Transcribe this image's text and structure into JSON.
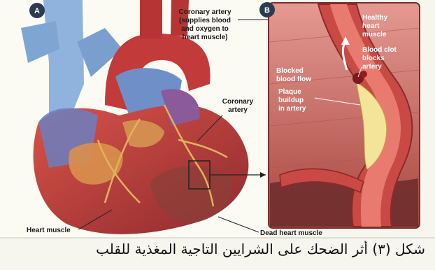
{
  "panel_a": {
    "badge": "A",
    "labels": {
      "coronary_artery_top": [
        "Coronary artery",
        "(supplies blood",
        "and oxygen to",
        "heart muscle)"
      ],
      "coronary_artery": [
        "Coronary",
        "artery"
      ],
      "heart_muscle": "Heart muscle",
      "dead_heart_muscle": "Dead heart muscle"
    }
  },
  "panel_b": {
    "badge": "B",
    "labels": {
      "healthy_heart_muscle": [
        "Healthy",
        "heart",
        "muscle"
      ],
      "blood_clot": [
        "Blood clot",
        "blocks",
        "artery"
      ],
      "blocked_blood_flow": [
        "Blocked",
        "blood flow"
      ],
      "plaque_buildup": [
        "Plaque",
        "buildup",
        "in artery"
      ]
    }
  },
  "caption": "شكل (٣) أثر الضحك على الشرايين التاجية المغذية للقلب",
  "colors": {
    "badge": "#2a3b52",
    "heart": "#c23a3a",
    "vein": "#7fa6d3",
    "panel_b_bg": "#d7827c",
    "plaque": "#f4e49a"
  }
}
